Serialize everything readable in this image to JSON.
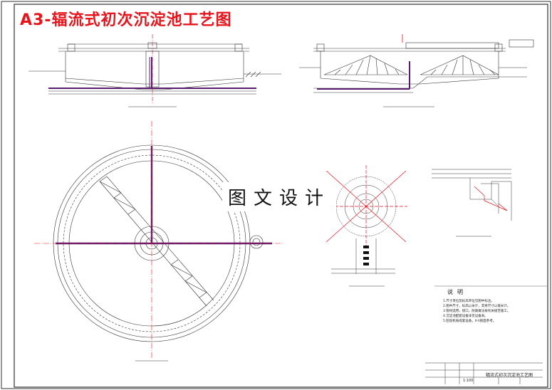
{
  "title": "A3-辐流式初次沉淀池工艺图",
  "watermark": "图文设计",
  "colors": {
    "red": "#e8141c",
    "purple": "#5a1a6e",
    "line": "#333333"
  },
  "notes": {
    "heading": "说明",
    "items": [
      "1.尺寸单位及标高单位见图中标注。",
      "2.图中尺寸，标高以米计，其余尺寸以毫米计。",
      "3.管材选用，接口，防腐做法按有关规范施工。",
      "4.沉淀池配套设备详见设备表。",
      "5.刮泥机按成套设备，II-II剖面参考。"
    ]
  },
  "title_block": {
    "scale": "1:100",
    "name": "辐流式初次沉淀池工艺图"
  }
}
